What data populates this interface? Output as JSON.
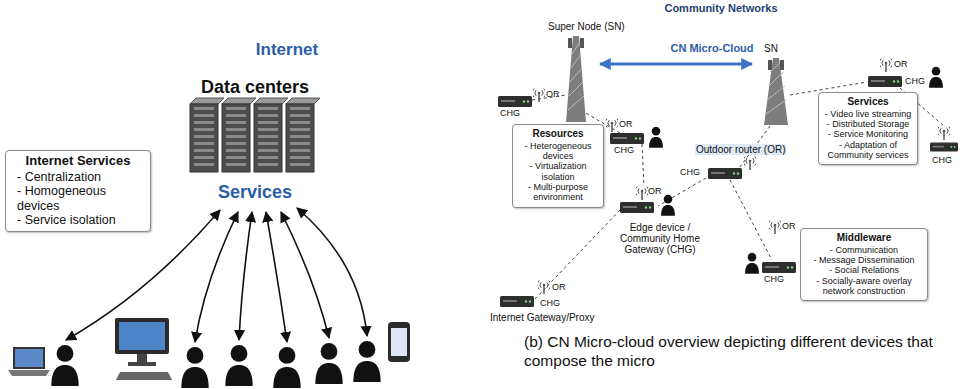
{
  "diagram": {
    "caption": "(b) CN Micro-cloud overview depicting different devices that compose the micro",
    "nodes": [
      {
        "text": [
          "Internet"
        ]
      },
      {
        "text": [
          "Data centers",
          "Services"
        ],
        "in": 0
      },
      {
        "text": [
          "Internet Services",
          "- Centralization",
          "- Homogeneous devices",
          "- Service isolation"
        ]
      },
      {
        "text": [
          "Community Networks"
        ]
      },
      {
        "text": [
          "CN Micro-Cloud"
        ],
        "in": 3
      },
      {
        "text": [
          "Resources",
          "- Heterogeneous devices",
          "- Virtualization isolation",
          "- Multi-purpose environment"
        ],
        "in": 3
      },
      {
        "text": [
          "Services",
          "- Video live streaming",
          "- Distributed Storage",
          "- Service Monitoring",
          "- Adaptation of Community services"
        ],
        "in": 3
      },
      {
        "text": [
          "Middleware",
          "- Communication",
          "- Message Dissemination",
          "- Social Relations",
          "- Socially-aware overlay network construction"
        ],
        "in": 3
      }
    ],
    "labels": [
      "Super Node (SN)",
      "SN",
      "OR",
      "CHG",
      "OR",
      "CHG",
      "OR",
      "CHG",
      "Outdoor router (OR)",
      "CHG",
      "OR",
      "Edge device / Community Home Gateway (CHG)",
      "OR",
      "CHG",
      "CHG",
      "OR",
      "CHG",
      "Internet Gateway/Proxy"
    ]
  }
}
